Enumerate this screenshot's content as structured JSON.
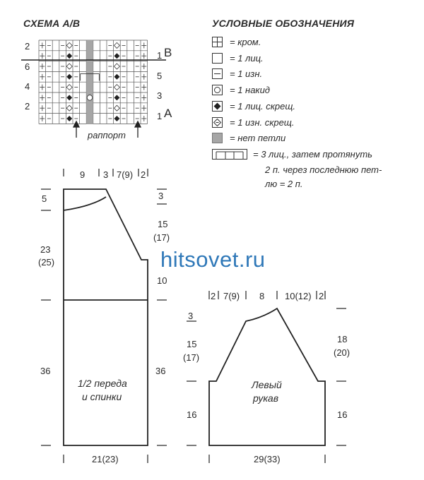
{
  "scheme": {
    "title": "СХЕМА А/В",
    "row_numbers_left": [
      "2",
      "6",
      "4",
      "2"
    ],
    "row_numbers_right": [
      "1",
      "5",
      "3",
      "1"
    ],
    "marker_b": "B",
    "marker_a": "A",
    "repeat_label": "раппорт"
  },
  "legend": {
    "title": "УСЛОВНЫЕ ОБОЗНАЧЕНИЯ",
    "items": [
      {
        "icon": "edge-stitch-icon",
        "text": "= кром."
      },
      {
        "icon": "knit-stitch-icon",
        "text": "= 1 лиц."
      },
      {
        "icon": "purl-stitch-icon",
        "text": "= 1 изн."
      },
      {
        "icon": "yarn-over-icon",
        "text": "= 1 накид"
      },
      {
        "icon": "knit-crossed-icon",
        "text": "= 1 лиц. скрещ."
      },
      {
        "icon": "purl-crossed-icon",
        "text": "= 1 изн. скрещ."
      },
      {
        "icon": "no-stitch-icon",
        "text": "= нет петли"
      },
      {
        "icon": "three-knit-pass-icon",
        "text": "= 3 лиц., затем протянуть"
      }
    ],
    "continuation": [
      "2 п. через последнюю пет-",
      "лю = 2 п."
    ]
  },
  "watermark": "hitsovet.ru",
  "body_pattern": {
    "label_lines": [
      "1/2 переда",
      "и спинки"
    ],
    "top_widths": [
      "9",
      "3",
      "7(9)",
      "2"
    ],
    "left_heights": [
      "5",
      "23",
      "(25)",
      "36"
    ],
    "right_heights": [
      "3",
      "15",
      "(17)",
      "10",
      "36"
    ],
    "bottom_width": "21(23)"
  },
  "sleeve_pattern": {
    "label_lines": [
      "Левый",
      "рукав"
    ],
    "top_widths": [
      "2",
      "7(9)",
      "8",
      "10(12)",
      "2"
    ],
    "left_heights": [
      "3",
      "15",
      "(17)",
      "16"
    ],
    "right_heights": [
      "18",
      "(20)",
      "16"
    ],
    "bottom_width": "29(33)"
  }
}
